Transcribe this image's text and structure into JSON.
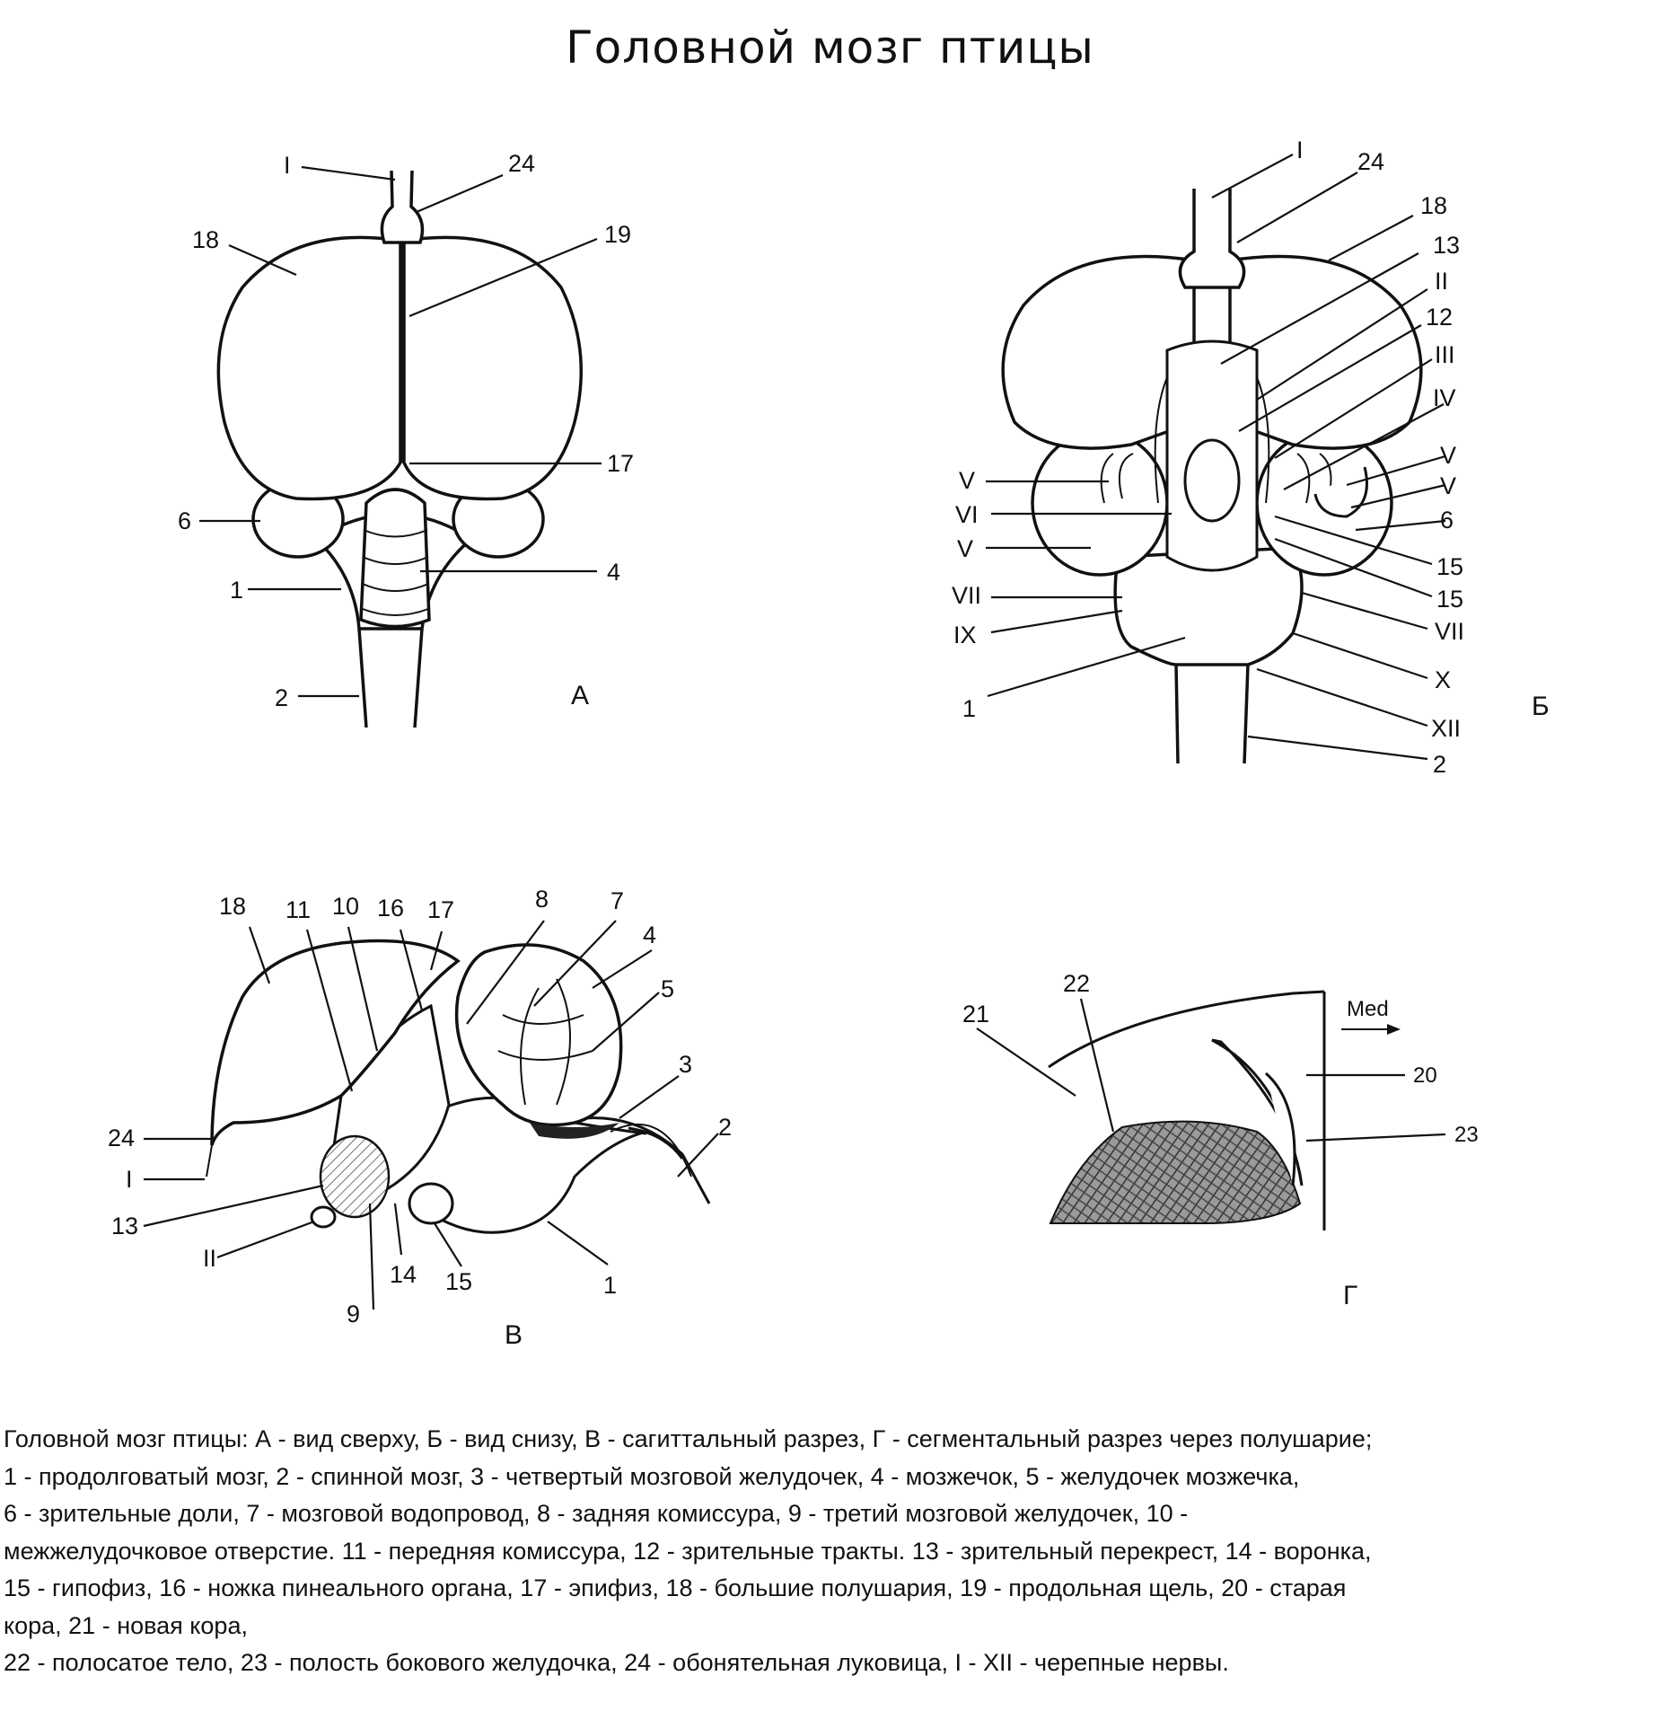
{
  "title": "Головной мозг птицы",
  "panels": {
    "A": {
      "letter": "А",
      "labels": [
        "I",
        "24",
        "18",
        "19",
        "17",
        "6",
        "4",
        "1",
        "2"
      ]
    },
    "B": {
      "letter": "Б",
      "labels": [
        "I",
        "24",
        "18",
        "13",
        "II",
        "12",
        "III",
        "IV",
        "V",
        "V",
        "V",
        "VI",
        "V",
        "6",
        "15",
        "15",
        "VII",
        "VII",
        "IX",
        "X",
        "1",
        "XII",
        "2"
      ]
    },
    "C": {
      "letter": "В",
      "labels": [
        "18",
        "11",
        "10",
        "16",
        "17",
        "8",
        "7",
        "4",
        "5",
        "3",
        "2",
        "24",
        "I",
        "13",
        "II",
        "14",
        "15",
        "9",
        "1"
      ]
    },
    "D": {
      "letter": "Г",
      "labels": [
        "22",
        "21",
        "Med",
        "20",
        "23"
      ]
    }
  },
  "caption": {
    "lines": [
      "Головной мозг птицы: А - вид сверху, Б - вид снизу, В - сагиттальный разрез, Г - сегментальный разрез через полушарие;",
      "1 - продолговатый мозг, 2 - спинной мозг, 3 - четвертый мозговой желудочек, 4 - мозжечок, 5 - желудочек мозжечка,",
      "6 - зрительные доли,  7 - мозговой водопровод, 8 - задняя комиссура, 9 - третий мозговой желудочек, 10 -",
      "межжелудочковое отверстие. 11 - передняя комиссура, 12 - зрительные тракты. 13 - зрительный перекрест, 14 - воронка,",
      "15 - гипофиз, 16 - ножка пинеального органа, 17 - эпифиз, 18 - большие полушария, 19 - продольная щель, 20 - старая",
      "кора, 21 - новая кора,",
      "22 - полосатое тело, 23 - полость бокового желудочка, 24 - обонятельная луковица, I - XII - черепные нервы."
    ]
  },
  "colors": {
    "ink": "#111111",
    "background": "#ffffff",
    "hatch": "#555555"
  }
}
